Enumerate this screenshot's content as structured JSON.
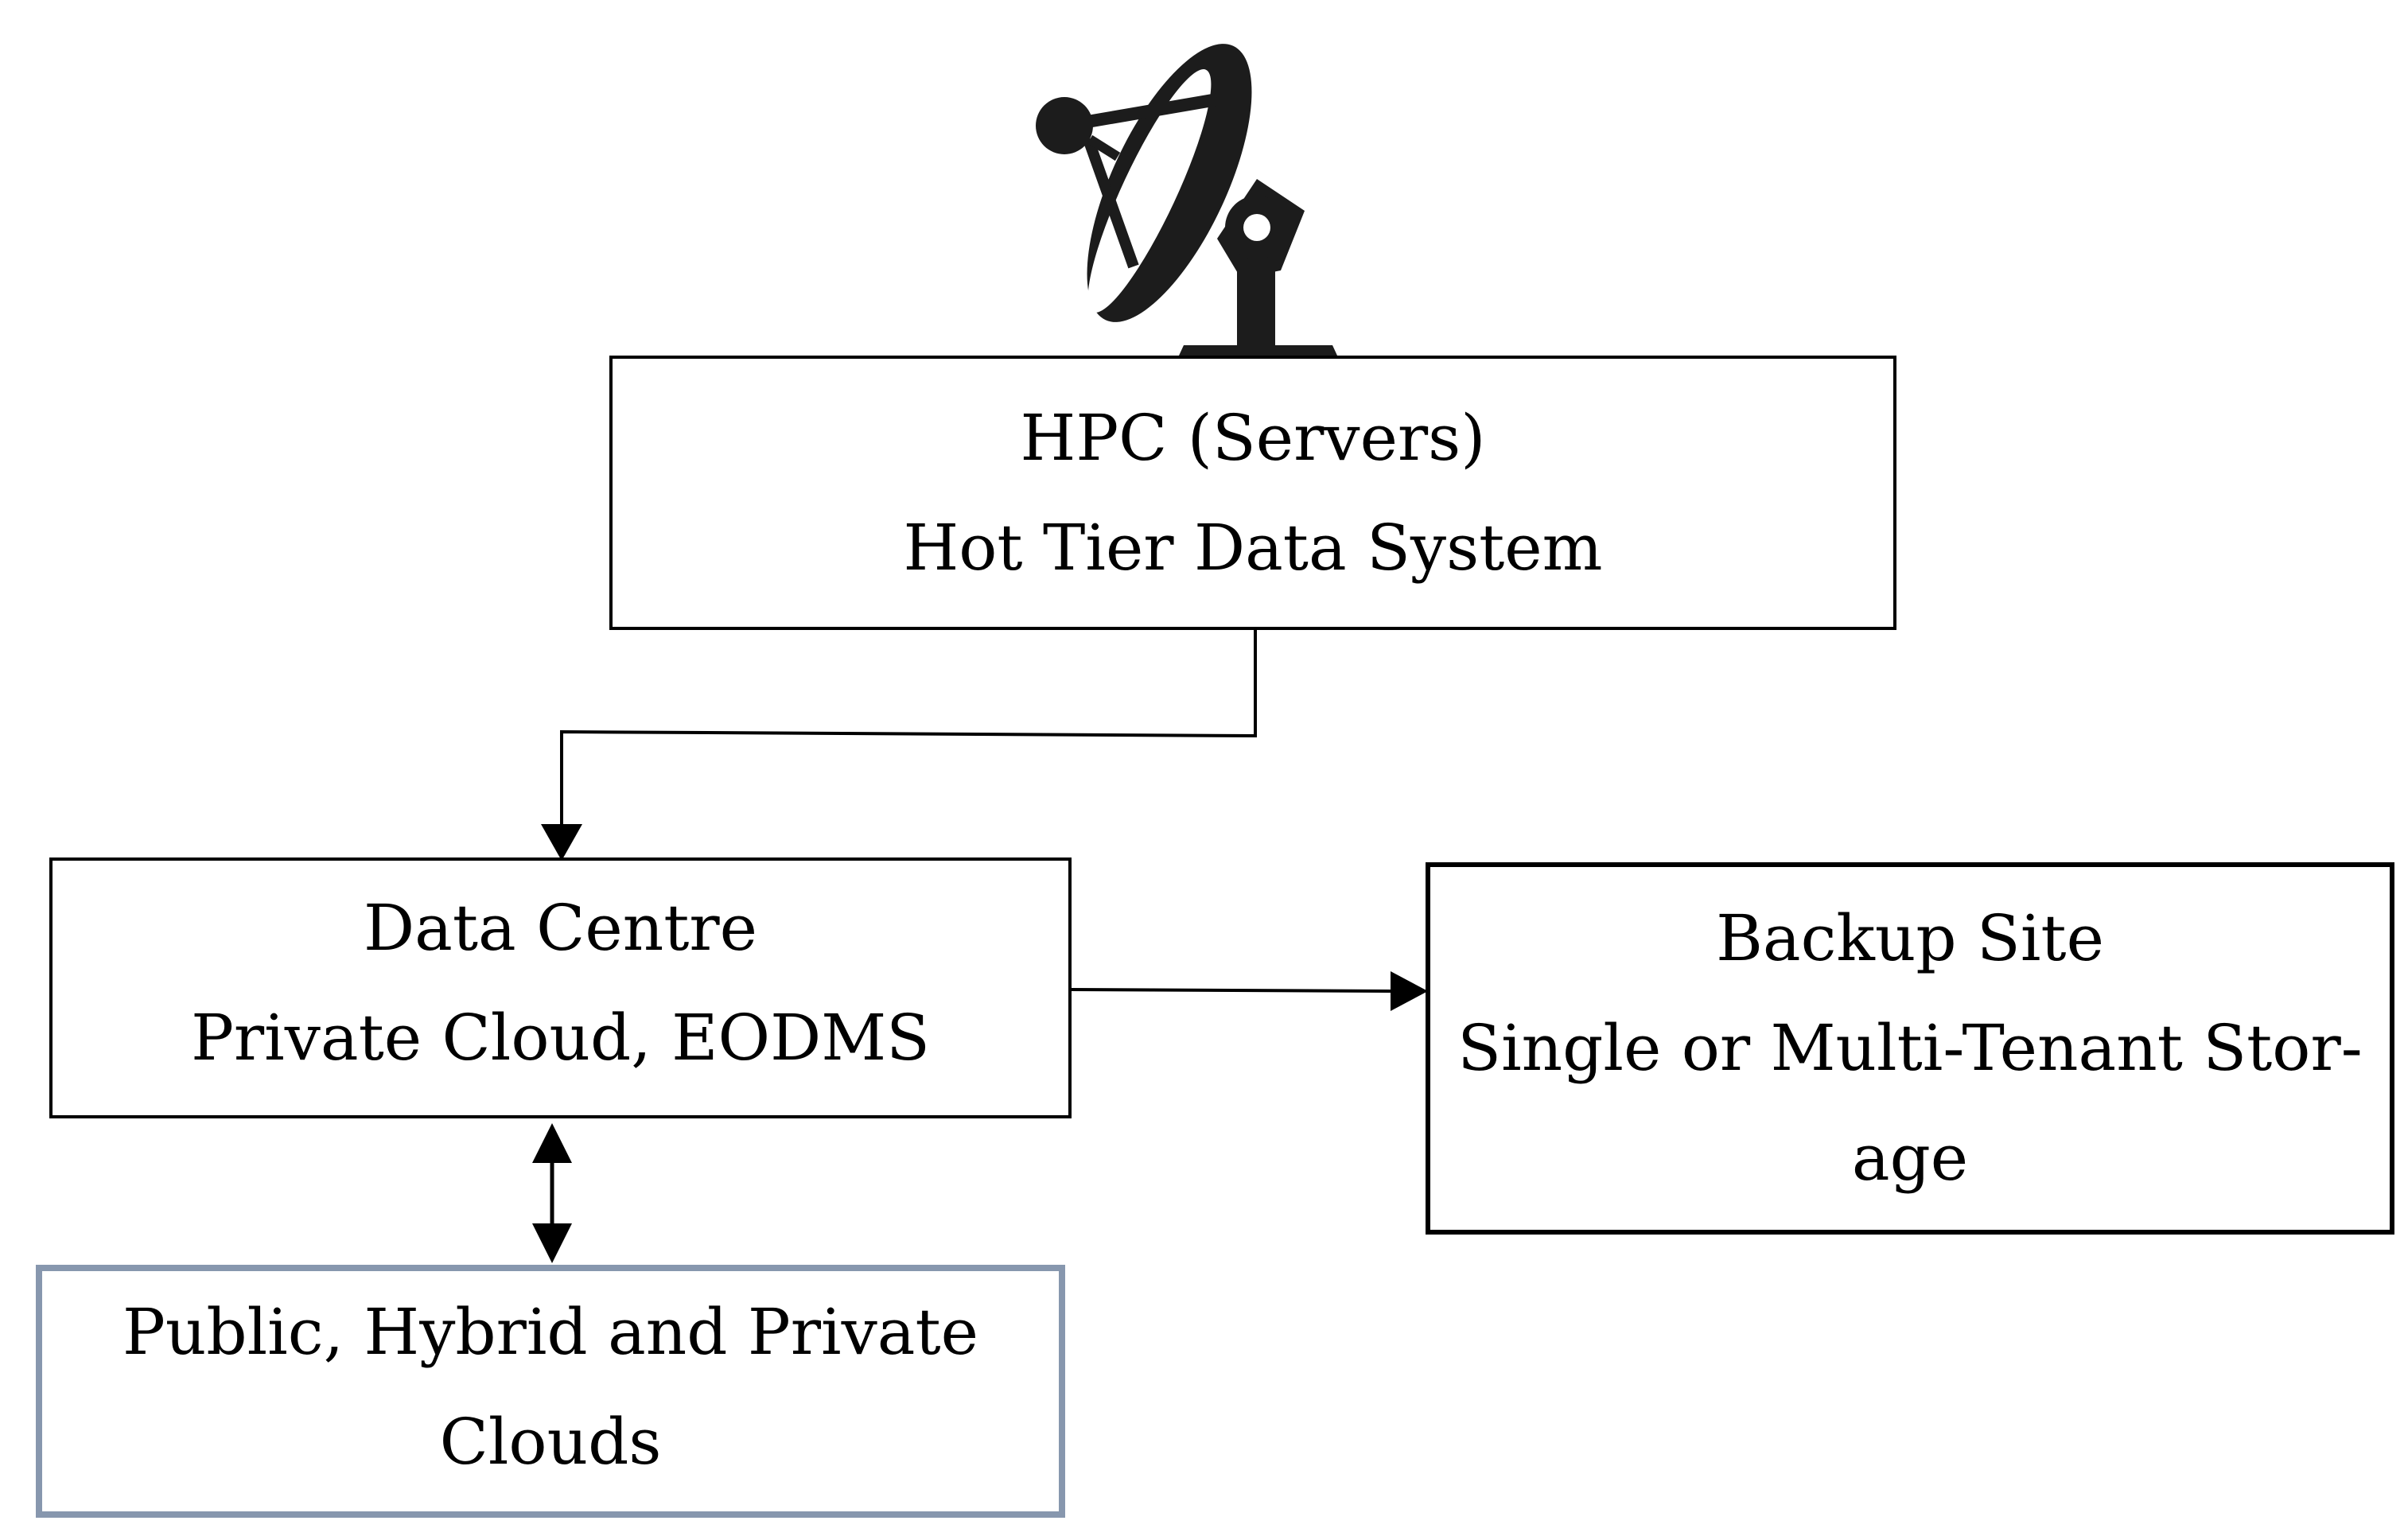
{
  "diagram": {
    "nodes": {
      "hpc": {
        "line1": "HPC (Servers)",
        "line2": "Hot Tier Data System"
      },
      "data_centre": {
        "line1": "Data Centre",
        "line2": "Private Cloud, EODMS"
      },
      "backup": {
        "line1": "Backup Site",
        "line2": "Single or Multi-Tenant Stor-",
        "line3": "age"
      },
      "clouds": {
        "line1": "Public, Hybrid and Private",
        "line2": "Clouds"
      }
    },
    "icon": "satellite-dish-icon",
    "colors": {
      "line": "#000000",
      "clouds_border": "#8797ae"
    }
  }
}
